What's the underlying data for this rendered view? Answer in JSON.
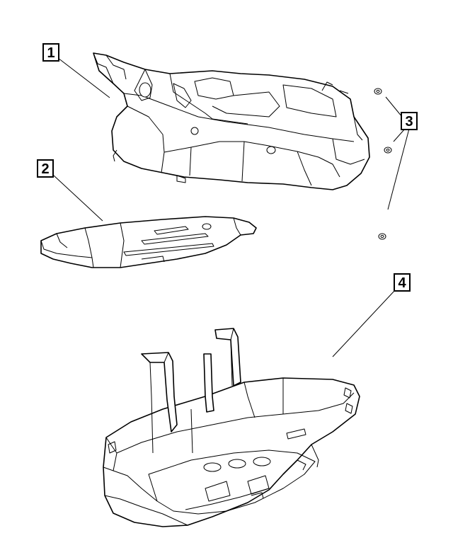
{
  "callouts": [
    {
      "id": "1",
      "label": "1"
    },
    {
      "id": "2",
      "label": "2"
    },
    {
      "id": "3",
      "label": "3"
    },
    {
      "id": "4",
      "label": "4"
    }
  ],
  "parts": [
    {
      "callout": "1",
      "icon": "fuel-tank-icon"
    },
    {
      "callout": "2",
      "icon": "heat-shield-icon"
    },
    {
      "callout": "3",
      "icon": "nut-icon"
    },
    {
      "callout": "4",
      "icon": "skid-plate-icon"
    }
  ],
  "colors": {
    "line": "#000000",
    "background": "#ffffff"
  }
}
